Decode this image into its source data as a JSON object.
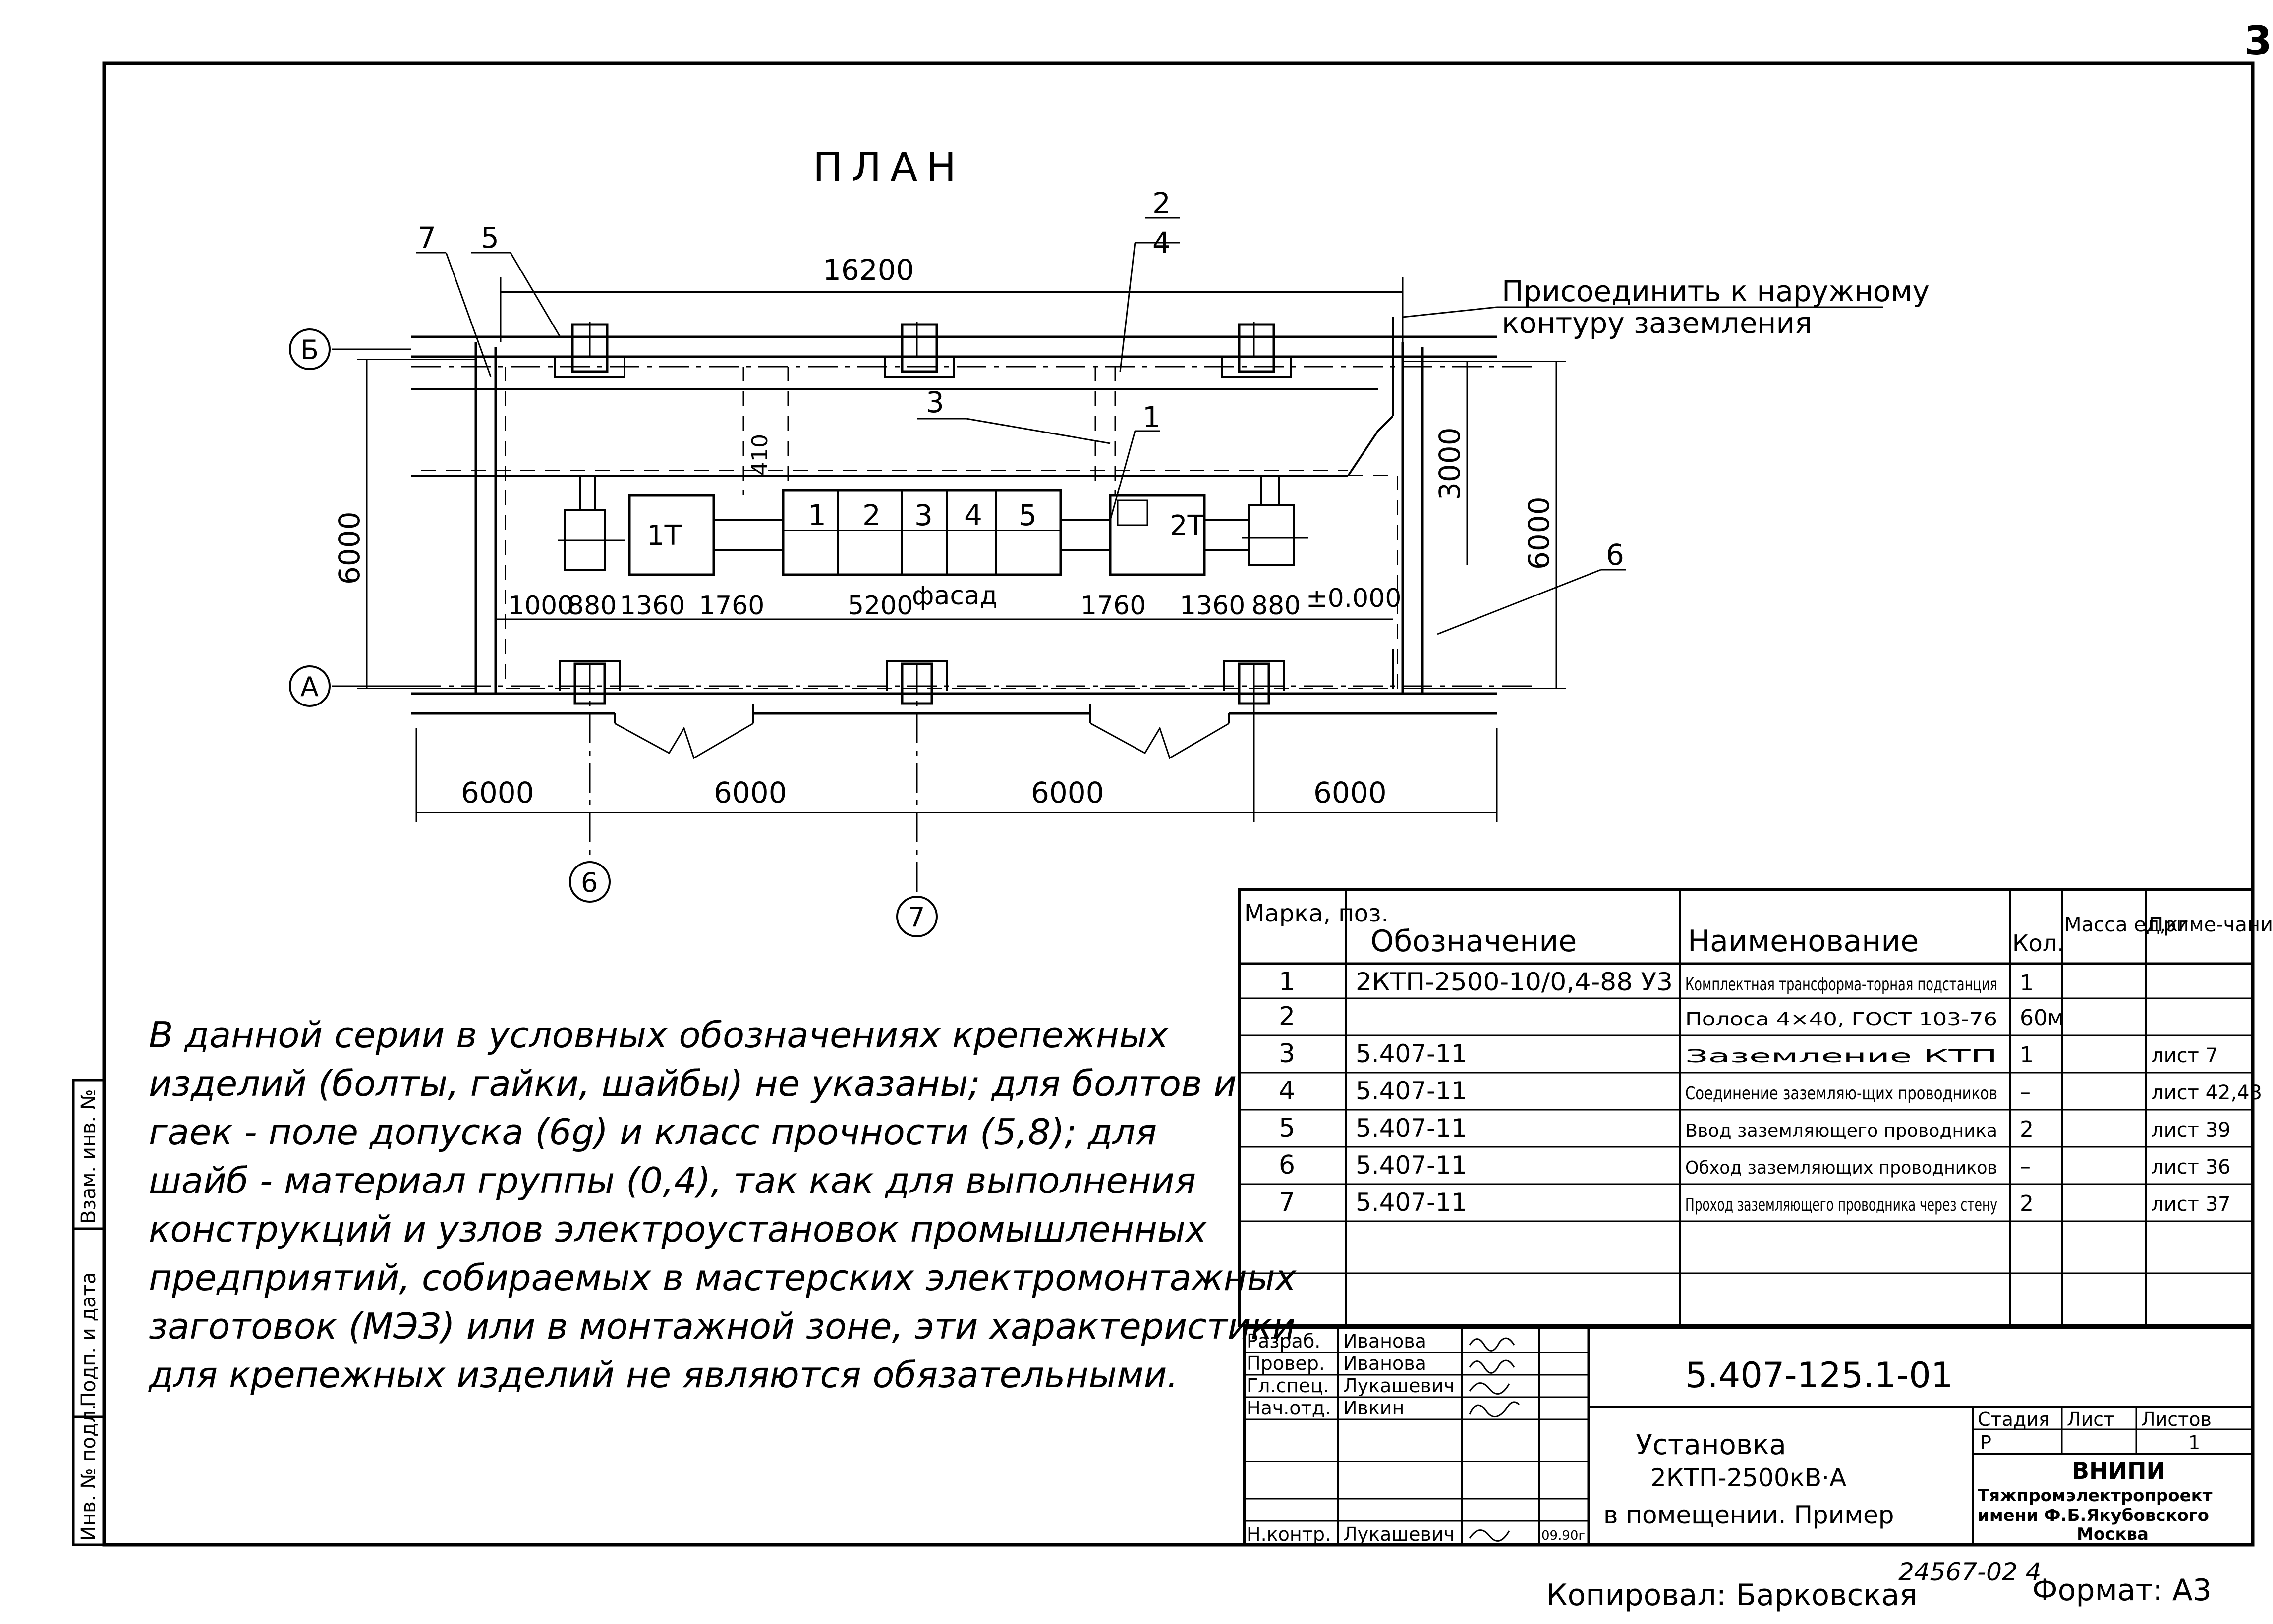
{
  "page_number": "3",
  "title": "ПЛАН",
  "plan": {
    "total_length": "16200",
    "axis_letters": [
      "Б",
      "А"
    ],
    "axis_numbers": [
      "6",
      "7"
    ],
    "callouts": [
      "7",
      "5",
      "3",
      "1",
      "6"
    ],
    "callout_2": {
      "top": "2",
      "bottom": "4"
    },
    "ground_note_line1": "Присоединить к наружному",
    "ground_note_line2": "контуру заземления",
    "height_left": "6000",
    "height_right": "6000",
    "inner_height": "3000",
    "small_dim": "410",
    "transformer_1": "1Т",
    "transformer_2": "2Т",
    "cells": [
      "1",
      "2",
      "3",
      "4",
      "5"
    ],
    "dims_row": [
      "1000",
      "880",
      "1360",
      "1760",
      "5200",
      "фасад",
      "1760",
      "1360",
      "880",
      "±0.000"
    ],
    "bottom_spans": [
      "6000",
      "6000",
      "6000",
      "6000"
    ]
  },
  "spec_table": {
    "headers": [
      "Марка, поз.",
      "Обозначение",
      "Наименование",
      "Кол.",
      "Масса ед,кг",
      "Приме-чание"
    ],
    "rows": [
      {
        "pos": "1",
        "designation": "2КТП-2500-10/0,4-88 У3",
        "name": "Комплектная трансформа-торная подстанция",
        "qty": "1",
        "mass": "",
        "note": ""
      },
      {
        "pos": "2",
        "designation": "",
        "name": "Полоса 4×40, ГОСТ 103-76",
        "qty": "60м",
        "mass": "",
        "note": ""
      },
      {
        "pos": "3",
        "designation": "5.407-11",
        "name": "Заземление КТП",
        "qty": "1",
        "mass": "",
        "note": "лист 7"
      },
      {
        "pos": "4",
        "designation": "5.407-11",
        "name": "Соединение заземляю-щих проводников",
        "qty": "–",
        "mass": "",
        "note": "лист 42,43"
      },
      {
        "pos": "5",
        "designation": "5.407-11",
        "name": "Ввод заземляющего проводника",
        "qty": "2",
        "mass": "",
        "note": "лист 39"
      },
      {
        "pos": "6",
        "designation": "5.407-11",
        "name": "Обход заземляющих проводников",
        "qty": "–",
        "mass": "",
        "note": "лист 36"
      },
      {
        "pos": "7",
        "designation": "5.407-11",
        "name": "Проход заземляющего проводника через стену",
        "qty": "2",
        "mass": "",
        "note": "лист 37"
      }
    ]
  },
  "note_lines": [
    "В данной серии в условных обозначениях крепежных",
    "изделий (болты, гайки, шайбы) не указаны; для болтов и",
    "гаек - поле допуска (6g) и класс прочности (5,8); для",
    "шайб - материал группы (0,4), так как для выполнения",
    "конструкций и узлов электроустановок промышленных",
    "предприятий, собираемых в мастерских электромонтажных",
    "заготовок (МЭЗ) или в монтажной зоне, эти характеристики",
    "для крепежных изделий не являются обязательными."
  ],
  "title_block": {
    "roles": [
      "Разраб.",
      "Провер.",
      "Гл.спец.",
      "Нач.отд.",
      "Н.контр."
    ],
    "names": [
      "Иванова",
      "Иванова",
      "Лукашевич",
      "Ивкин",
      "Лукашевич"
    ],
    "date": "09.90г",
    "doc_code": "5.407-125.1-01",
    "doc_title_lines": [
      "Установка",
      "2КТП-2500кВ·А",
      "в помещении. Пример"
    ],
    "stage_label": "Стадия",
    "sheet_label": "Лист",
    "sheets_label": "Листов",
    "stage": "Р",
    "sheets_total": "1",
    "org_lines": [
      "ВНИПИ",
      "Тяжпромэлектропроект",
      "имени Ф.Б.Якубовского",
      "Москва"
    ]
  },
  "side_stamp": [
    "Взам. инв. №",
    "Подп. и дата",
    "Инв. № подл."
  ],
  "footer": {
    "copied": "Копировал: Барковская",
    "archive": "24567-02 4",
    "format": "Формат: А3"
  }
}
